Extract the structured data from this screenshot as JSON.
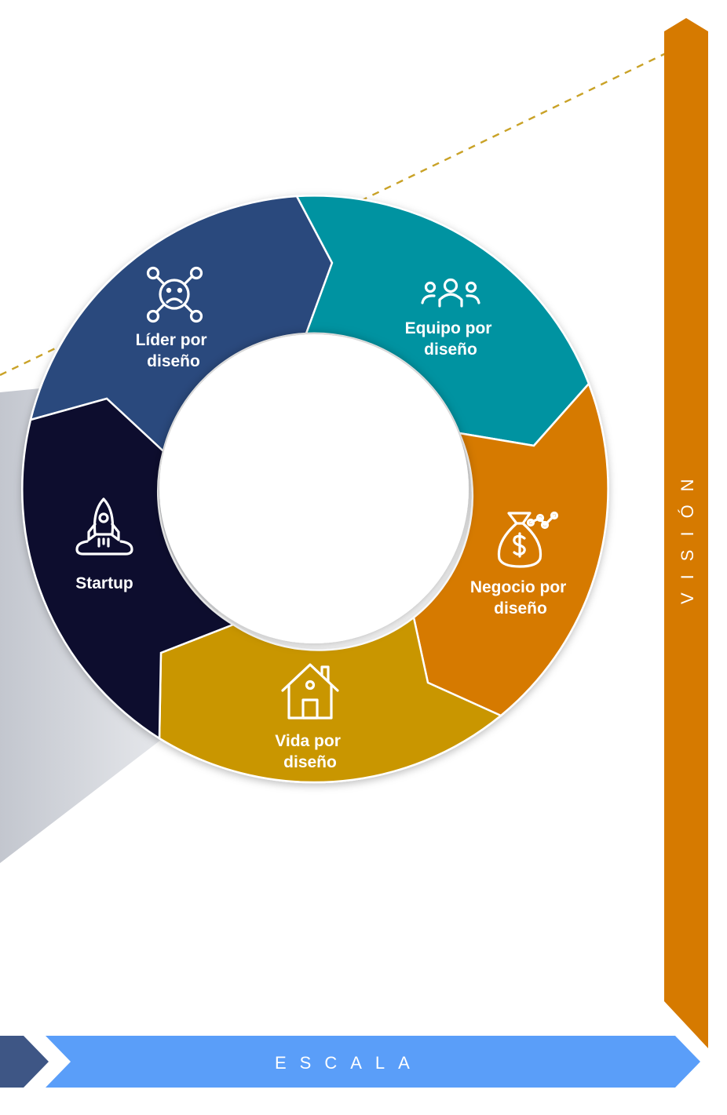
{
  "diagram": {
    "segments": [
      {
        "id": "lider",
        "lines": [
          "Líder por",
          "diseño"
        ],
        "icon": "network-person-icon",
        "color": "#2a4a7d"
      },
      {
        "id": "equipo",
        "lines": [
          "Equipo por",
          "diseño"
        ],
        "icon": "team-icon",
        "color": "#0093a1"
      },
      {
        "id": "negocio",
        "lines": [
          "Negocio por",
          "diseño"
        ],
        "icon": "money-bag-icon",
        "color": "#d67a00"
      },
      {
        "id": "vida",
        "lines": [
          "Vida por",
          "diseño"
        ],
        "icon": "house-icon",
        "color": "#c99600"
      },
      {
        "id": "startup",
        "lines": [
          "Startup"
        ],
        "icon": "rocket-icon",
        "color": "#080f2e"
      }
    ]
  },
  "axes": {
    "vertical": {
      "label": "VISIÓN",
      "color": "#d67a00"
    },
    "horizontal": {
      "label": "ESCALA",
      "color": "#5a9ef9",
      "lead_color": "#3e5685"
    }
  },
  "accent": {
    "dashed_line_color": "#c9a227"
  }
}
